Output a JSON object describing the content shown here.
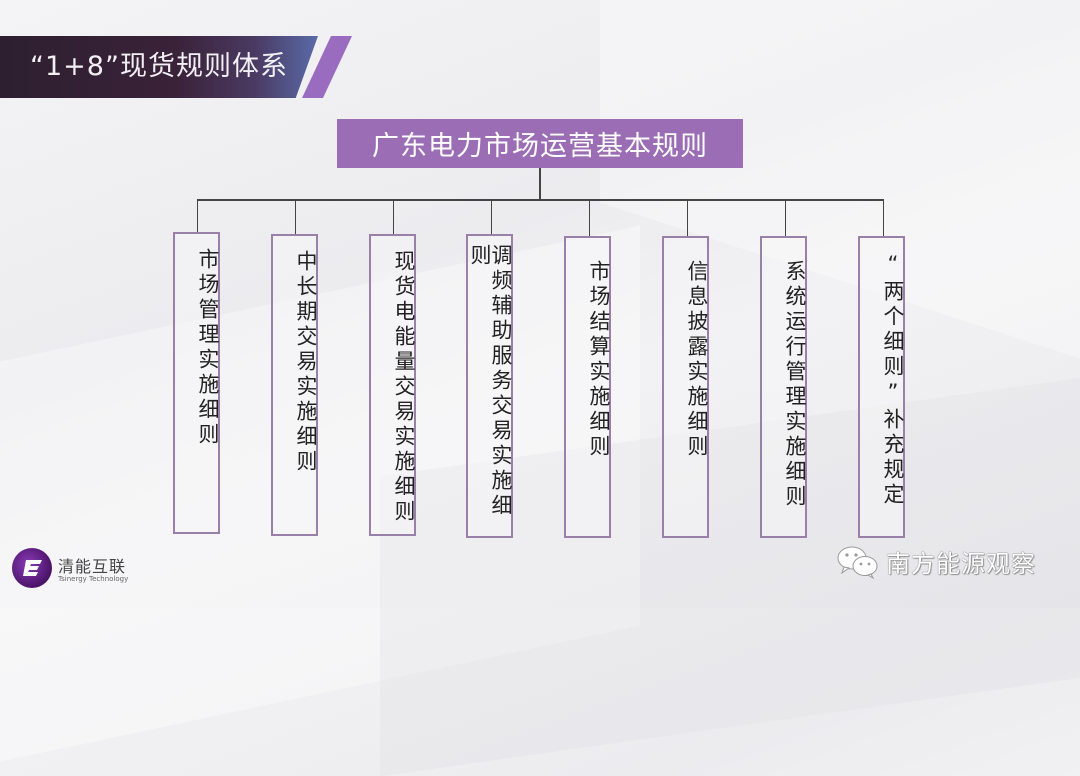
{
  "slide": {
    "title": "“1+8”现货规则体系",
    "accent_color": "#9b6db5"
  },
  "diagram": {
    "root": {
      "label": "广东电力市场运营基本规则"
    },
    "children": [
      {
        "label": "市场管理实施细则"
      },
      {
        "label": "中长期交易实施细则"
      },
      {
        "label": "现货电能量交易实施细则"
      },
      {
        "label": "调频辅助服务交易实施细则"
      },
      {
        "label": "市场结算实施细则"
      },
      {
        "label": "信息披露实施细则"
      },
      {
        "label": "系统运行管理实施细则"
      },
      {
        "label": "“两个细则”补充规定"
      }
    ]
  },
  "footer": {
    "logo_cn": "清能互联",
    "logo_en": "Tsinergy Technology",
    "watermark_icon": "wechat-icon",
    "watermark_text": "南方能源观察"
  }
}
